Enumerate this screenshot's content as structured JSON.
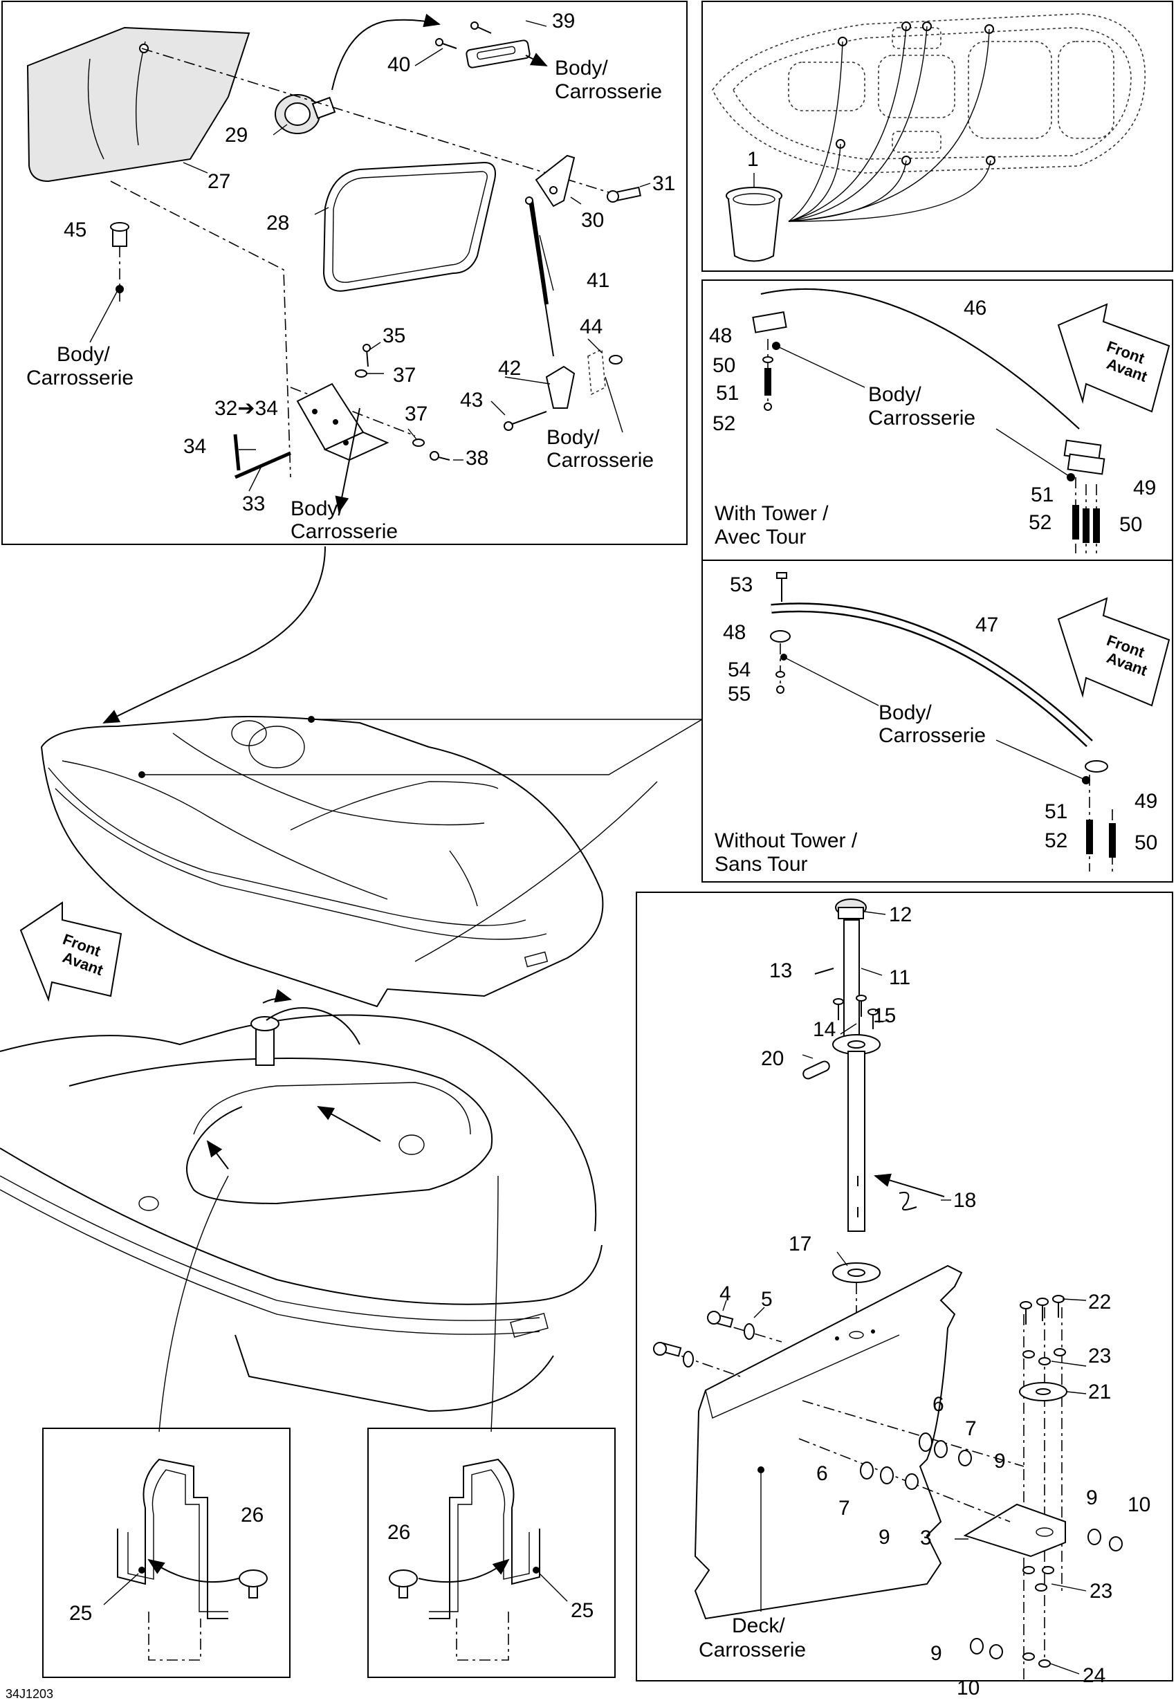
{
  "drawing_code": "34J1203",
  "common": {
    "body": "Body/",
    "carrosserie": "Carrosserie",
    "deck": "Deck/",
    "front": "Front",
    "avant": "Avant"
  },
  "tower_panels": {
    "with_tower_en": "With Tower /",
    "with_tower_fr": "Avec Tour",
    "without_tower_en": "Without Tower /",
    "without_tower_fr": "Sans Tour"
  },
  "parts": {
    "p1": "1",
    "p3": "3",
    "p4": "4",
    "p5": "5",
    "p6": "6",
    "p7": "7",
    "p9": "9",
    "p10": "10",
    "p11": "11",
    "p12": "12",
    "p13": "13",
    "p14": "14",
    "p15": "15",
    "p17": "17",
    "p18": "18",
    "p20": "20",
    "p21": "21",
    "p22": "22",
    "p23": "23",
    "p24": "24",
    "p25": "25",
    "p26": "26",
    "p27": "27",
    "p28": "28",
    "p29": "29",
    "p30": "30",
    "p31": "31",
    "p32_34": "32➔34",
    "p33": "33",
    "p34": "34",
    "p35": "35",
    "p37": "37",
    "p38": "38",
    "p39": "39",
    "p40": "40",
    "p41": "41",
    "p42": "42",
    "p43": "43",
    "p44": "44",
    "p45": "45",
    "p46": "46",
    "p47": "47",
    "p48": "48",
    "p49": "49",
    "p50": "50",
    "p51": "51",
    "p52": "52",
    "p53": "53",
    "p54": "54",
    "p55": "55"
  }
}
